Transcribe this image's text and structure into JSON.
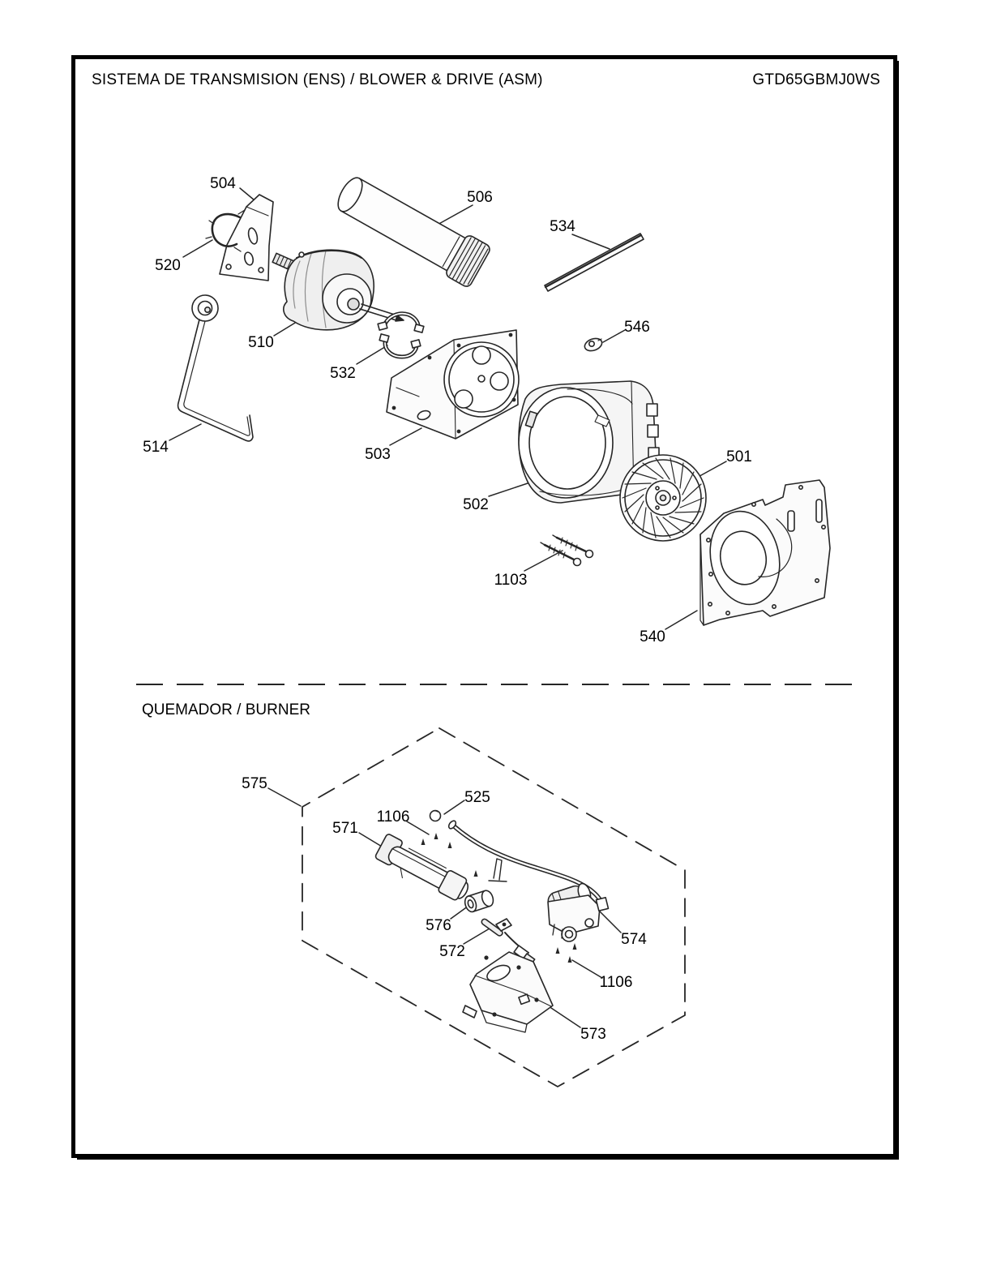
{
  "header": {
    "title": "SISTEMA DE TRANSMISION (ENS) / BLOWER & DRIVE (ASM)",
    "model": "GTD65GBMJ0WS"
  },
  "blower_drive": {
    "callouts": [
      "504",
      "520",
      "506",
      "534",
      "546",
      "510",
      "532",
      "514",
      "503",
      "502",
      "501",
      "1103",
      "540"
    ]
  },
  "burner": {
    "header": "QUEMADOR / BURNER",
    "callouts": [
      "575",
      "525",
      "1106",
      "571",
      "576",
      "572",
      "574",
      "1106",
      "573"
    ]
  }
}
